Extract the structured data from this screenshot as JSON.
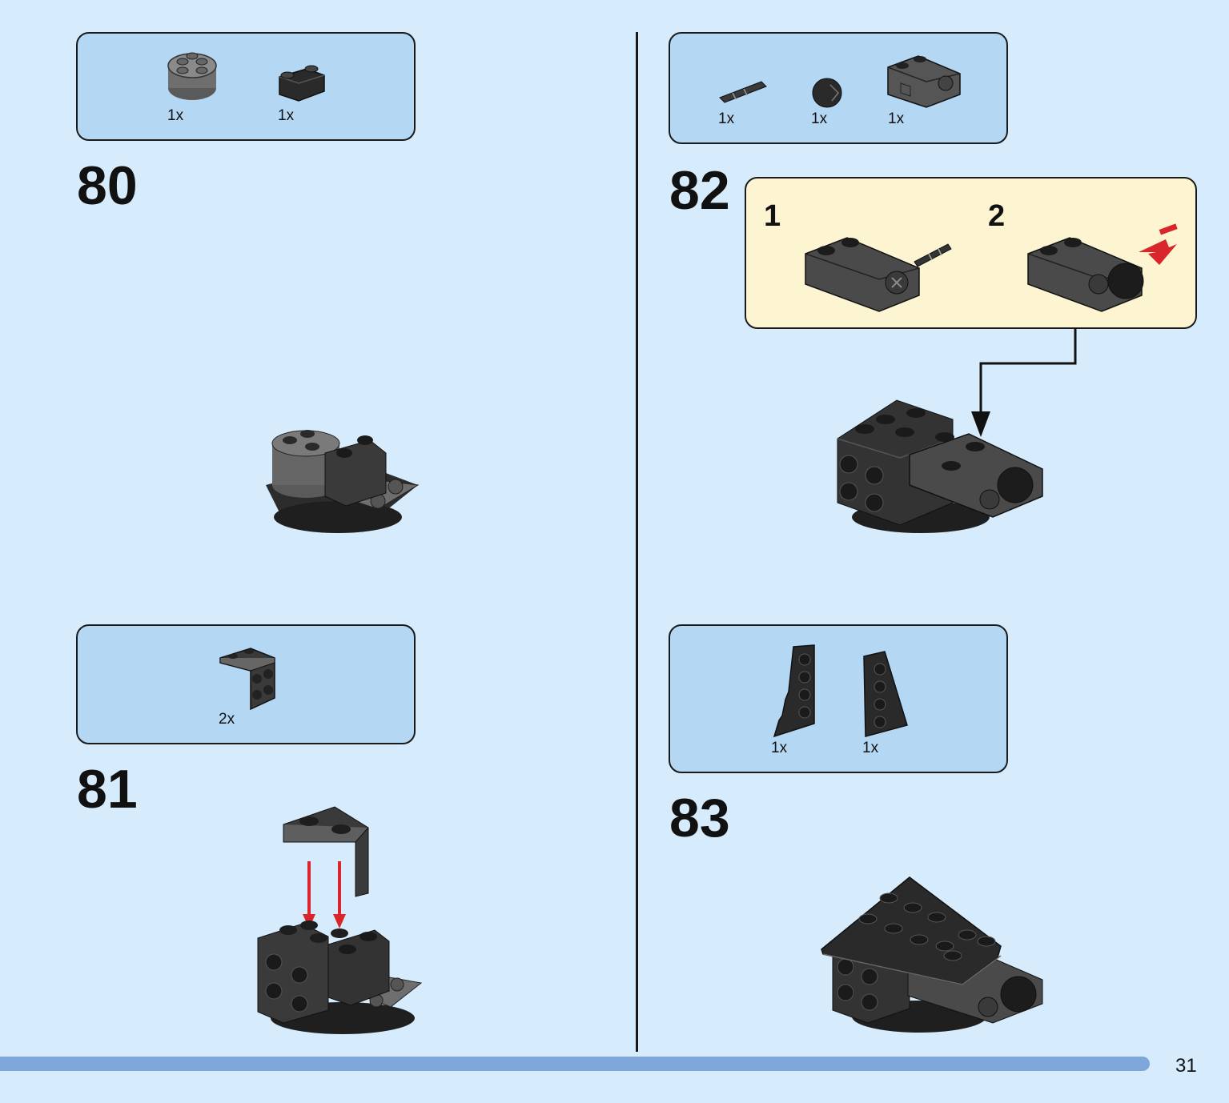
{
  "steps": [
    {
      "number": "80",
      "parts": [
        {
          "icon": "round-brick-2x2-icon",
          "qty": "1x"
        },
        {
          "icon": "curved-slope-brick-icon",
          "qty": "1x"
        }
      ]
    },
    {
      "number": "81",
      "parts": [
        {
          "icon": "bracket-plate-icon",
          "qty": "2x"
        }
      ]
    },
    {
      "number": "82",
      "parts": [
        {
          "icon": "axle-pin-icon",
          "qty": "1x"
        },
        {
          "icon": "ball-joint-icon",
          "qty": "1x"
        },
        {
          "icon": "hinge-brick-icon",
          "qty": "1x"
        }
      ],
      "substeps": [
        "1",
        "2"
      ]
    },
    {
      "number": "83",
      "parts": [
        {
          "icon": "wing-plate-left-icon",
          "qty": "1x"
        },
        {
          "icon": "wing-plate-right-icon",
          "qty": "1x"
        }
      ]
    }
  ],
  "page_number": "31",
  "colors": {
    "page_background": "#d6ebfb",
    "parts_box": "#b4d7f4",
    "substep_box": "#fdf5d2",
    "brick_dark": "#3a3a3a",
    "brick_gray": "#6b6b6b",
    "arrow_red": "#d9262b",
    "progress_bar": "#7fa6d8"
  }
}
